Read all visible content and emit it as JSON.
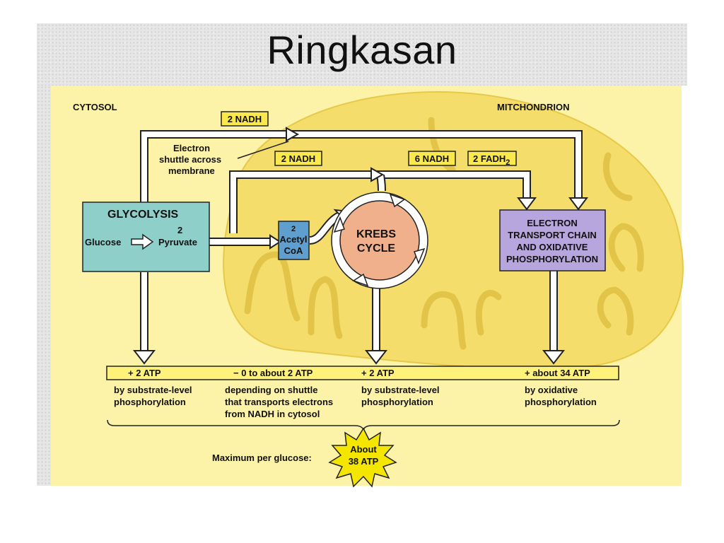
{
  "slide": {
    "title": "Ringkasan"
  },
  "diagram": {
    "cytosol_label": "CYTOSOL",
    "mitochondrion_label": "MITCHONDRION",
    "nadh_top": "2 NADH",
    "shuttle_line1": "Electron",
    "shuttle_line2": "shuttle across",
    "shuttle_line3": "membrane",
    "nadh_mid": "2 NADH",
    "nadh_krebs": "6 NADH",
    "fadh_text": "2 FADH",
    "fadh_sub": "2",
    "glycolysis": {
      "title": "GLYCOLYSIS",
      "glucose": "Glucose",
      "pyruvate_num": "2",
      "pyruvate": "Pyruvate"
    },
    "acetyl": {
      "line1": "2",
      "line2": "Acetyl",
      "line3": "CoA"
    },
    "krebs": {
      "line1": "KREBS",
      "line2": "CYCLE"
    },
    "etc": {
      "line1": "ELECTRON",
      "line2": "TRANSPORT CHAIN",
      "line3": "AND OXIDATIVE",
      "line4": "PHOSPHORYLATION"
    },
    "atp_bar": {
      "c1": "+ 2 ATP",
      "c2": "− 0 to about 2 ATP",
      "c3": "+ 2 ATP",
      "c4": "+ about 34 ATP"
    },
    "notes": {
      "c1_l1": "by substrate-level",
      "c1_l2": "phosphorylation",
      "c2_l1": "depending on shuttle",
      "c2_l2": "that transports electrons",
      "c2_l3": "from NADH in cytosol",
      "c3_l1": "by substrate-level",
      "c3_l2": "phosphorylation",
      "c4_l1": "by oxidative",
      "c4_l2": "phosphorylation"
    },
    "max_label": "Maximum per glucose:",
    "burst_l1": "About",
    "burst_l2": "38 ATP"
  },
  "colors": {
    "background": "#fdf3a8",
    "mitochondrion": "#f4dd6a",
    "glycolysis_box": "#8ed0c9",
    "acetyl_box": "#5f9fcf",
    "krebs_circle": "#f0b08c",
    "etc_box": "#b7a6dd",
    "atp_bar": "#fff27a",
    "burst": "#f5e600"
  }
}
